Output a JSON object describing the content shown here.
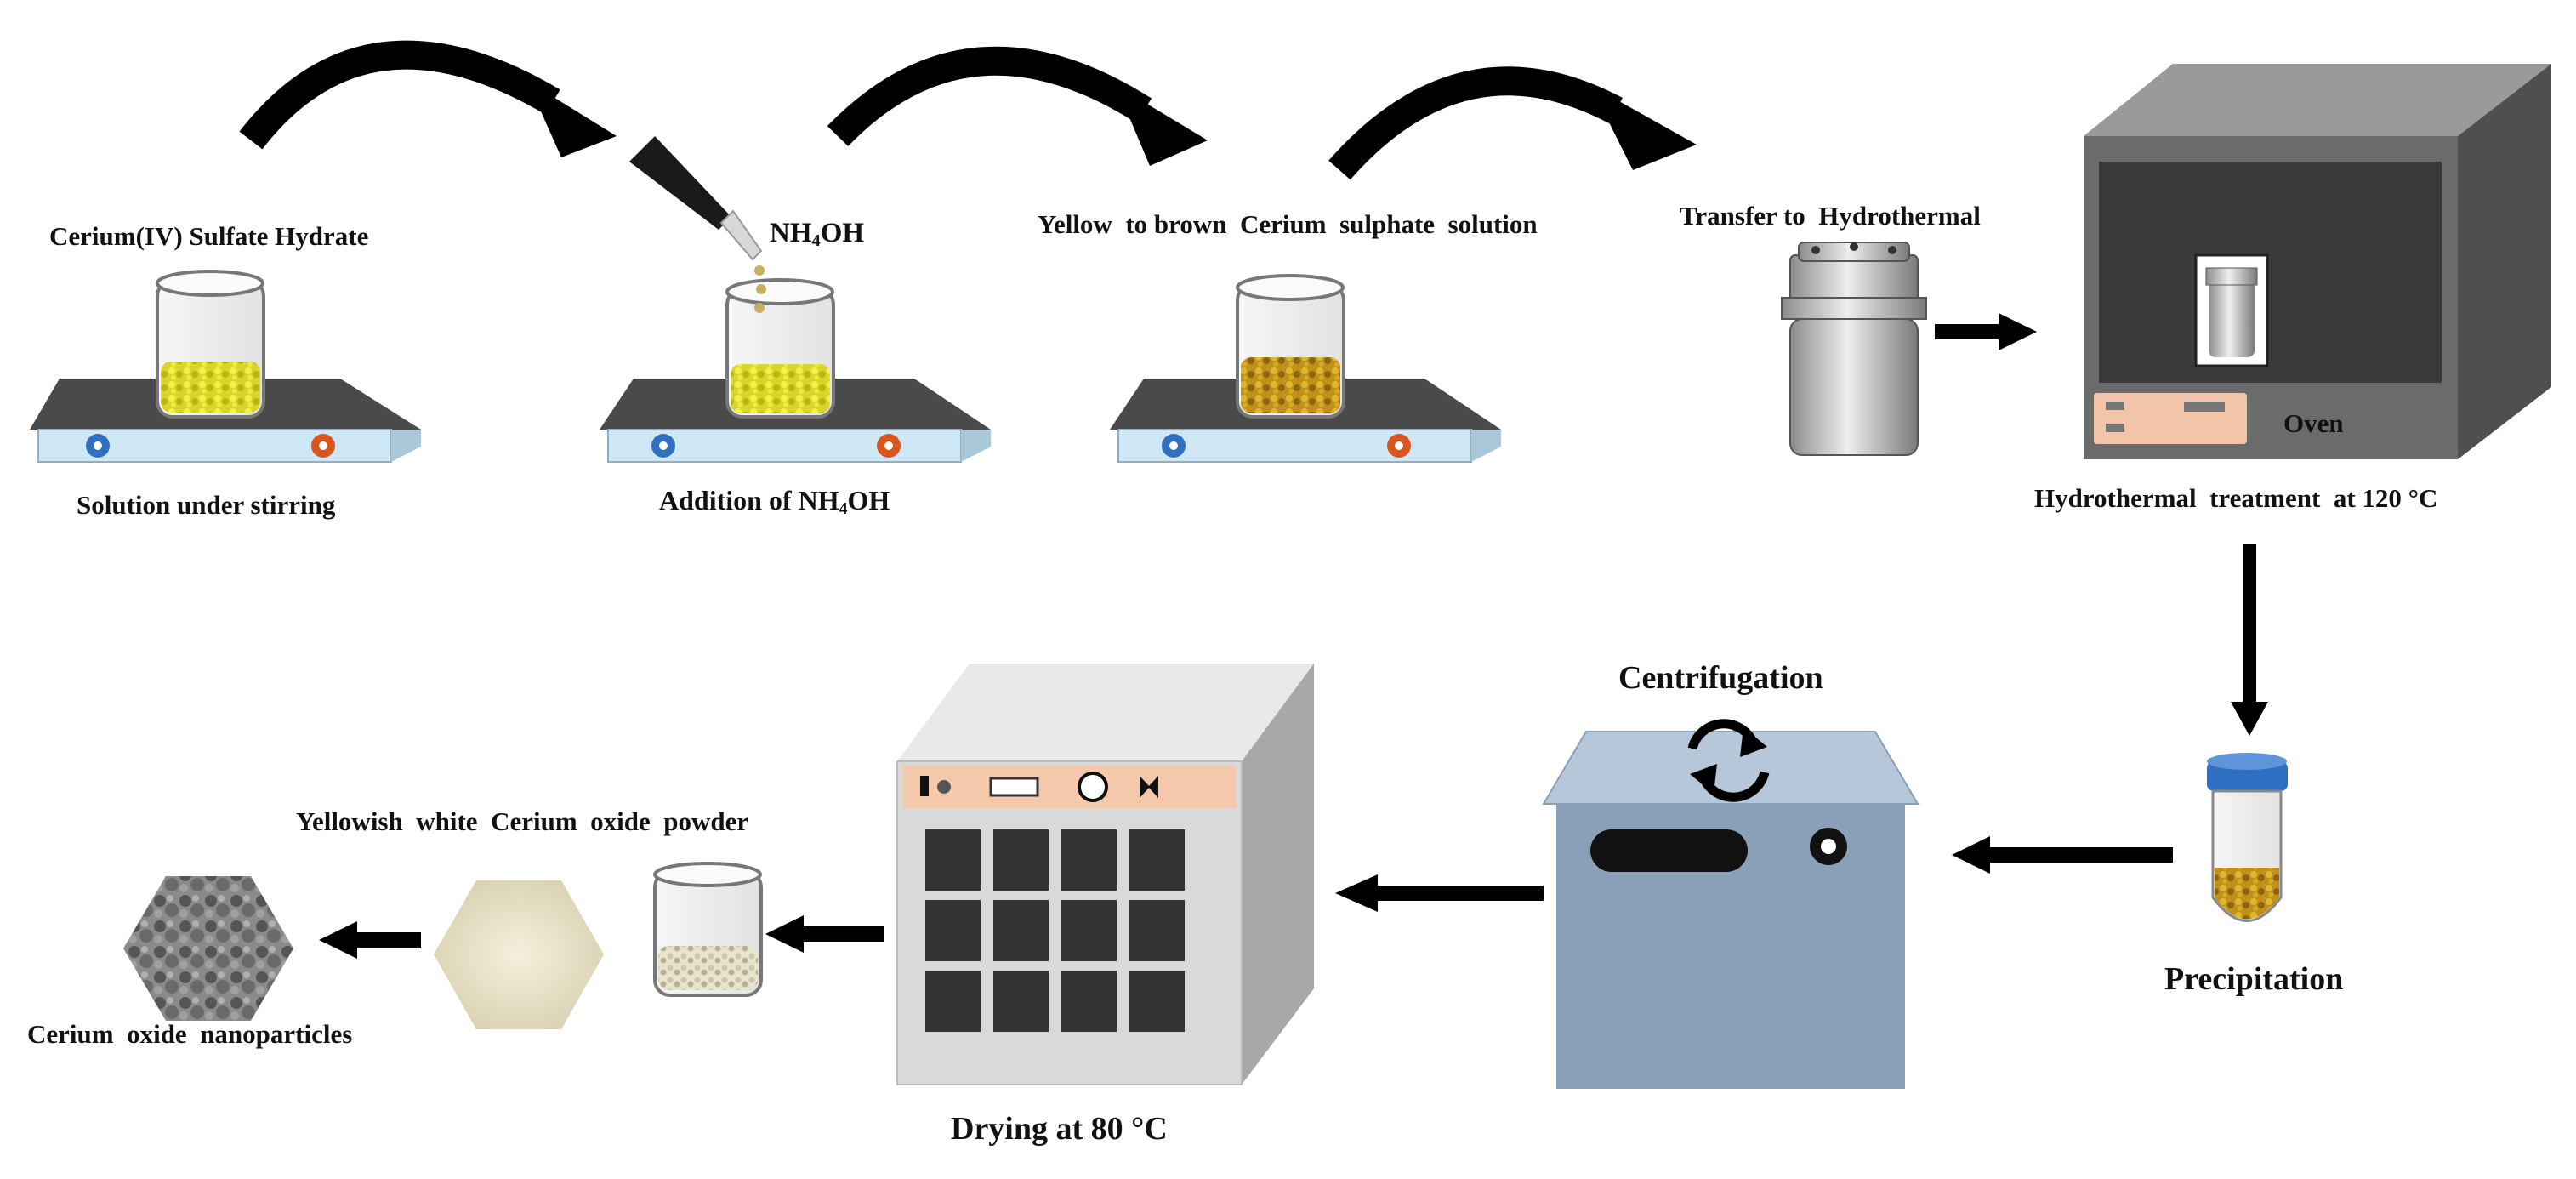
{
  "labels": {
    "cerium_sulfate": "Cerium(IV) Sulfate Hydrate",
    "solution_stirring": "Solution under stirring",
    "nh4oh_main": "NH",
    "nh4oh_sub": "4",
    "nh4oh_tail": "OH",
    "addition_main": "Addition of NH",
    "addition_sub": "4",
    "addition_tail": "OH",
    "yellow_brown": "Yellow  to brown  Cerium  sulphate  solution",
    "transfer": "Transfer to  Hydrothermal",
    "oven": "Oven",
    "hydrothermal_treatment": "Hydrothermal  treatment  at 120 °C",
    "precipitation": "Precipitation",
    "centrifugation": "Centrifugation",
    "drying": "Drying at 80 °C",
    "powder": "Yellowish  white  Cerium  oxide  powder",
    "nanoparticles": "Cerium  oxide  nanoparticles"
  },
  "colors": {
    "hotplate_top": "#4a4a4a",
    "hotplate_base": "#cfe8f5",
    "knob_blue": "#2f6fc0",
    "knob_orange": "#d9541e",
    "oven_body": "#6b6b6b",
    "oven_window": "#3a3a3a",
    "oven_panel": "#f2c4a8",
    "centrifuge_body": "#8aa0b8",
    "centrifuge_roof": "#b6c7d9",
    "dryer_body": "#d9d9d9",
    "dryer_panel": "#f4c8aa",
    "yellow_solution": "#e6e23a",
    "brown_solution": "#c8a018",
    "vial_cap": "#2e6fc4"
  },
  "icons": [
    "curved-arrow-icon",
    "straight-arrow-icon",
    "rotation-icon",
    "dropper-icon",
    "knob-icon"
  ]
}
